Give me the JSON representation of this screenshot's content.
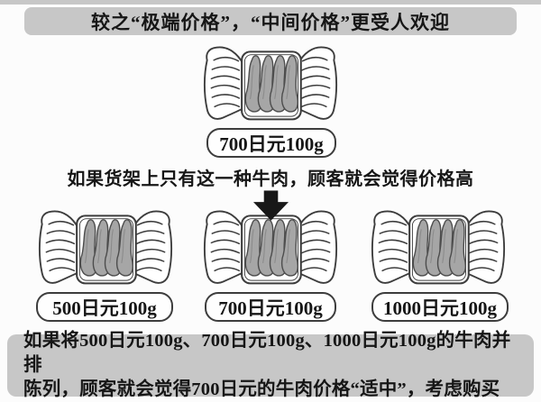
{
  "colors": {
    "panel": "#c7c7c7",
    "ink": "#161616",
    "meat": "#a6a6a6",
    "line": "#3d3d3d",
    "label-bg": "#fefefe"
  },
  "header": {
    "title": "较之“极端价格”，“中间价格”更受人欢迎"
  },
  "single_shelf": {
    "package_icon": "meat-package",
    "price_label": "700日元100g",
    "caption": "如果货架上只有这一种牛肉，顾客就会觉得价格高"
  },
  "arrow": {
    "icon": "down-arrow"
  },
  "triple_shelf": {
    "items": [
      {
        "package_icon": "meat-package",
        "price_label": "500日元100g"
      },
      {
        "package_icon": "meat-package",
        "price_label": "700日元100g"
      },
      {
        "package_icon": "meat-package",
        "price_label": "1000日元100g"
      }
    ]
  },
  "footer": {
    "line1": "如果将500日元100g、700日元100g、1000日元100g的牛肉并排",
    "line2": "陈列，顾客就会觉得700日元的牛肉价格“适中”，考虑购买"
  }
}
